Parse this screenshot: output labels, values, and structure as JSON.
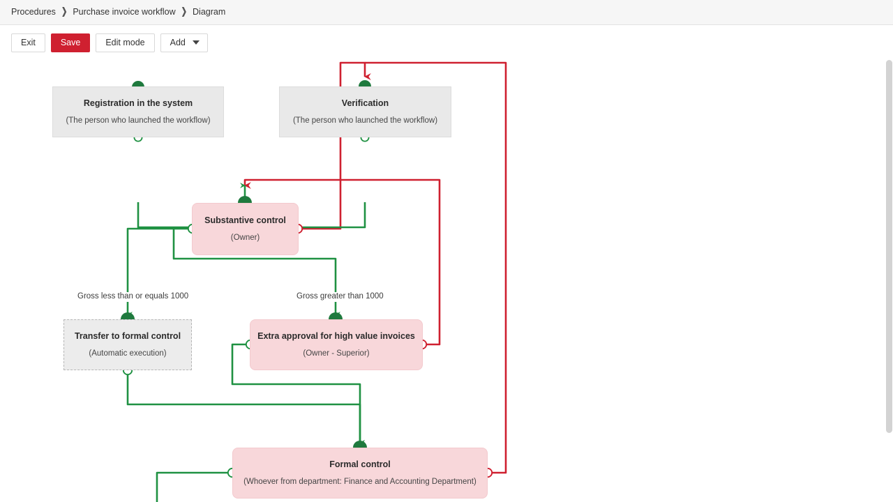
{
  "breadcrumb": {
    "separator": "❯",
    "items": [
      {
        "label": "Procedures"
      },
      {
        "label": "Purchase invoice workflow"
      },
      {
        "label": "Diagram"
      }
    ]
  },
  "toolbar": {
    "exit_label": "Exit",
    "save_label": "Save",
    "edit_mode_label": "Edit mode",
    "add_label": "Add"
  },
  "colors": {
    "accent_red": "#cf2030",
    "edge_green": "#1f9142",
    "edge_red": "#cf2030",
    "node_gray_fill": "#e9e9e9",
    "node_pink_fill": "#f8d7da",
    "port_green": "#1f7a3e",
    "port_red": "#cf2030"
  },
  "diagram": {
    "nodes": [
      {
        "id": "registration",
        "title": "Registration in the system",
        "subtitle": "(The person who launched the workflow)",
        "style": "gray"
      },
      {
        "id": "verification",
        "title": "Verification",
        "subtitle": "(The person who launched the workflow)",
        "style": "gray"
      },
      {
        "id": "substantive-control",
        "title": "Substantive control",
        "subtitle": "(Owner)",
        "style": "pink"
      },
      {
        "id": "transfer-to-formal-control",
        "title": "Transfer to formal control",
        "subtitle": "(Automatic execution)",
        "style": "gray-dashed"
      },
      {
        "id": "extra-approval",
        "title": "Extra approval for high value invoices",
        "subtitle": "(Owner - Superior)",
        "style": "pink"
      },
      {
        "id": "formal-control",
        "title": "Formal control",
        "subtitle": "(Whoever from department: Finance and Accounting Department)",
        "style": "pink"
      }
    ],
    "edge_labels": [
      {
        "id": "gross-low",
        "text": "Gross less than or equals 1000"
      },
      {
        "id": "gross-high",
        "text": "Gross greater than 1000"
      }
    ]
  }
}
